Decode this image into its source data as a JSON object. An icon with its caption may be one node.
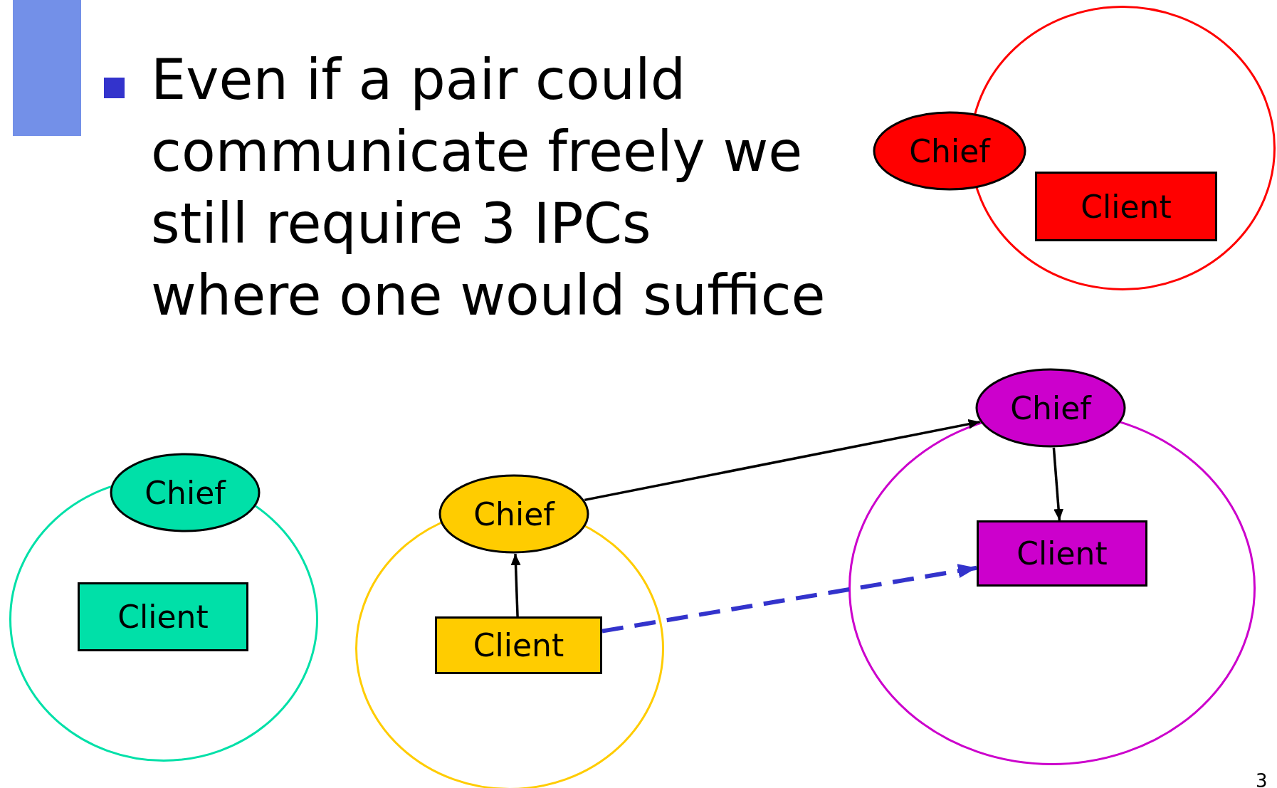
{
  "diagram": {
    "nodes": [
      {
        "text": [],
        "shape": "circle"
      },
      {
        "text": [
          "Chief"
        ]
      },
      {
        "text": [
          "Client"
        ],
        "in": 0
      },
      {
        "text": [],
        "shape": "circle"
      },
      {
        "text": [
          "Chief"
        ]
      },
      {
        "text": [
          "Client"
        ],
        "in": 3
      },
      {
        "text": [],
        "shape": "circle"
      },
      {
        "text": [
          "Chief"
        ]
      },
      {
        "text": [
          "Client"
        ],
        "in": 6
      },
      {
        "text": [],
        "shape": "circle"
      },
      {
        "text": [
          "Chief"
        ]
      },
      {
        "text": [
          "Client"
        ],
        "in": 9
      }
    ],
    "edges": [
      {
        "from": 8,
        "to": 7,
        "arrow": "to"
      },
      {
        "from": 7,
        "to": 10,
        "arrow": "to"
      },
      {
        "from": 10,
        "to": 11,
        "arrow": "to"
      },
      {
        "from": 8,
        "to": 11,
        "arrow": "to",
        "style": "dashed",
        "color": "#3333cc"
      }
    ],
    "labels": [
      "Even if a pair could communicate freely we still require 3 IPCs where one would suffice",
      "3"
    ]
  }
}
